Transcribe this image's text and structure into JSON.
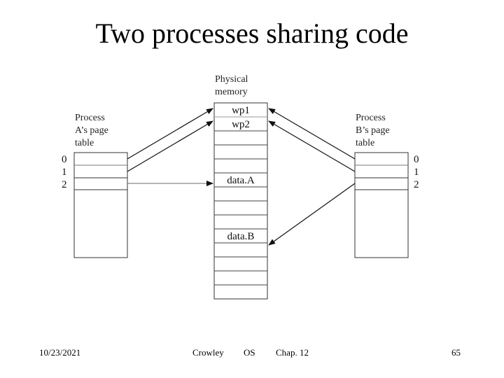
{
  "title": "Two processes sharing code",
  "memory": {
    "label_lines": [
      "Physical",
      "memory"
    ],
    "cells": [
      "wp1",
      "wp2",
      "",
      "",
      "",
      "data.A",
      "",
      "",
      "",
      "data.B",
      "",
      "",
      "",
      ""
    ]
  },
  "process_a": {
    "label_lines": [
      "Process",
      "A’s page",
      "table"
    ],
    "indices": [
      "0",
      "1",
      "2"
    ]
  },
  "process_b": {
    "label_lines": [
      "Process",
      "B’s page",
      "table"
    ],
    "indices": [
      "0",
      "1",
      "2"
    ]
  },
  "mappings": {
    "process_a": [
      "wp1",
      "wp2",
      "data.A"
    ],
    "process_b": [
      "wp1",
      "wp2",
      "data.B"
    ]
  },
  "footer": {
    "date": "10/23/2021",
    "author": "Crowley",
    "course": "OS",
    "chapter": "Chap. 12",
    "page": "65"
  }
}
